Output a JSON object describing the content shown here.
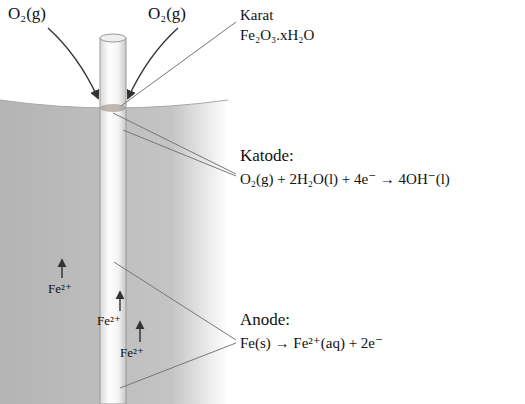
{
  "diagram": {
    "labels": [
      "O₂(g)",
      "O₂(g)",
      "Karat",
      "Fe₂O₃.xH₂O",
      "Katode:",
      "O₂(g) + 2H₂O(l) + 4e⁻ → 4OH⁻(l)",
      "Anode:",
      "Fe(s) → Fe²⁺(aq) + 2e⁻",
      "Fe²⁺",
      "Fe²⁺",
      "Fe²⁺"
    ]
  }
}
